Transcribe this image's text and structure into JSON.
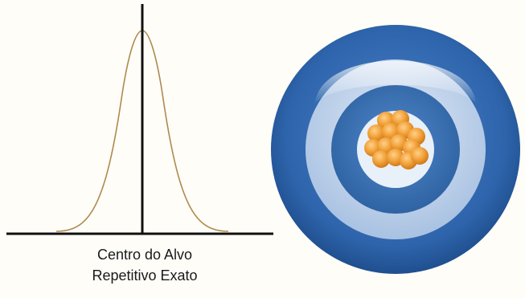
{
  "caption": {
    "line1": "Centro do Alvo",
    "line2": "Repetitivo Exato"
  },
  "colors": {
    "background": "#fefdf8",
    "curve": "#b08a4e",
    "axis": "#111111",
    "ring_outer": "#2f66ad",
    "ring_light": "#b9cfe8",
    "ring_inner": "#3d74b9",
    "bullseye": "#e8f0fa",
    "dots": "#f0a030"
  },
  "target": {
    "hit_count": 14
  }
}
